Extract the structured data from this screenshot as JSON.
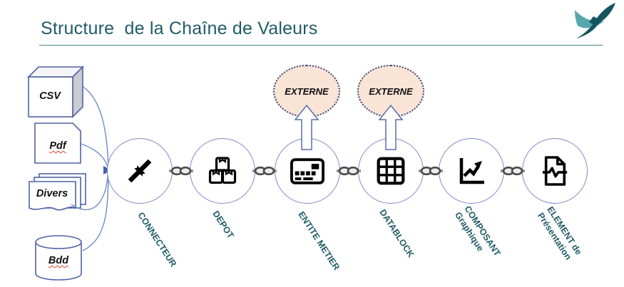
{
  "title": "Structure  de la Chaîne de Valeurs",
  "externe_label": "EXTERNE",
  "colors": {
    "title_teal": "#1e5b66",
    "label_teal": "#1e5b66",
    "circle_border": "#7e88c4",
    "shape_border": "#4f62a3",
    "flow_line_blue": "#6e8cc9",
    "externe_fill": "#f9e4d6",
    "externe_border": "#33437e",
    "logo_light_teal": "#57a6ae",
    "logo_dark_teal": "#14545e"
  },
  "sources": [
    {
      "label": "CSV",
      "shape": "cube",
      "misspelled": false
    },
    {
      "label": "Pdf",
      "shape": "document",
      "misspelled": true
    },
    {
      "label": "Divers",
      "shape": "paper-stack",
      "misspelled": false
    },
    {
      "label": "Bdd",
      "shape": "cylinder",
      "misspelled": true
    }
  ],
  "chain": [
    {
      "line1": "CONNECTEUR",
      "line2": "",
      "icon": "converge-arrows-icon",
      "externe": false
    },
    {
      "line1": "DEPOT",
      "line2": "",
      "icon": "stacked-boxes-icon",
      "externe": false
    },
    {
      "line1": "ENTITE METIER",
      "line2": "",
      "icon": "card-terminal-icon",
      "externe": true
    },
    {
      "line1": "DATABLOCK",
      "line2": "",
      "icon": "table-grid-icon",
      "externe": true
    },
    {
      "line1": "COMPOSANT",
      "line2": "Graphique",
      "icon": "line-chart-icon",
      "externe": false
    },
    {
      "line1": "ELEMENT de",
      "line2": "Présentation",
      "icon": "pulse-document-icon",
      "externe": false
    }
  ]
}
